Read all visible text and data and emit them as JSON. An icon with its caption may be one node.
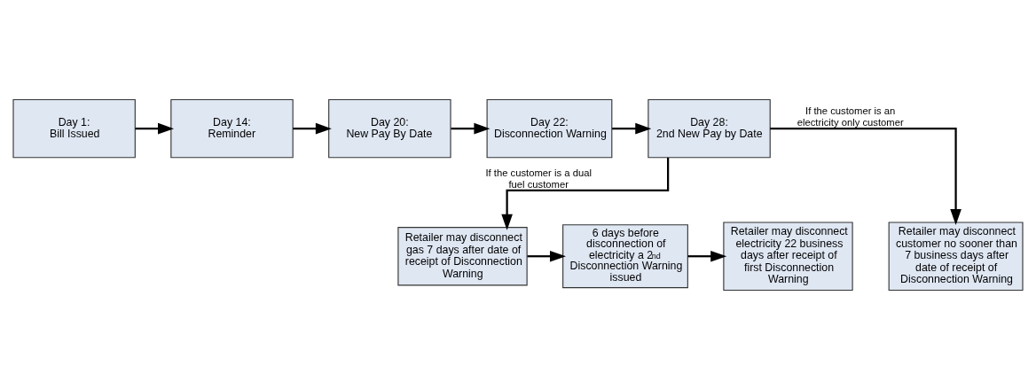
{
  "diagram": {
    "nodes": [
      {
        "text": [
          "Day 1:",
          "Bill Issued"
        ]
      },
      {
        "text": [
          "Day 14:",
          "Reminder"
        ]
      },
      {
        "text": [
          "Day 20:",
          "New Pay By Date"
        ]
      },
      {
        "text": [
          "Day 22:",
          "Disconnection Warning"
        ]
      },
      {
        "text": [
          "Day 28:",
          "2nd New Pay by Date"
        ]
      },
      {
        "text": [
          "Retailer may disconnect gas 7 days after date of receipt of Disconnection Warning"
        ]
      },
      {
        "text": [
          "6 days before disconnection of electricity a 2$^{nd}$ Disconnection Warning issued"
        ]
      },
      {
        "text": [
          "Retailer may disconnect electricity 22 business days after receipt of first Disconnection Warning"
        ]
      },
      {
        "text": [
          "Retailer may disconnect customer no sooner than 7 business days after date of receipt of Disconnection Warning"
        ]
      }
    ],
    "edges": [
      {
        "from": 0,
        "to": 1,
        "arrow": "to"
      },
      {
        "from": 1,
        "to": 2,
        "arrow": "to"
      },
      {
        "from": 2,
        "to": 3,
        "arrow": "to"
      },
      {
        "from": 3,
        "to": 4,
        "arrow": "to"
      },
      {
        "from": 4,
        "to": 5,
        "arrow": "to",
        "label": "If the customer is a dual fuel customer"
      },
      {
        "from": 4,
        "to": 8,
        "arrow": "to",
        "label": "If the customer is an electricity only customer"
      },
      {
        "from": 5,
        "to": 6,
        "arrow": "to"
      },
      {
        "from": 6,
        "to": 7,
        "arrow": "to"
      }
    ]
  }
}
